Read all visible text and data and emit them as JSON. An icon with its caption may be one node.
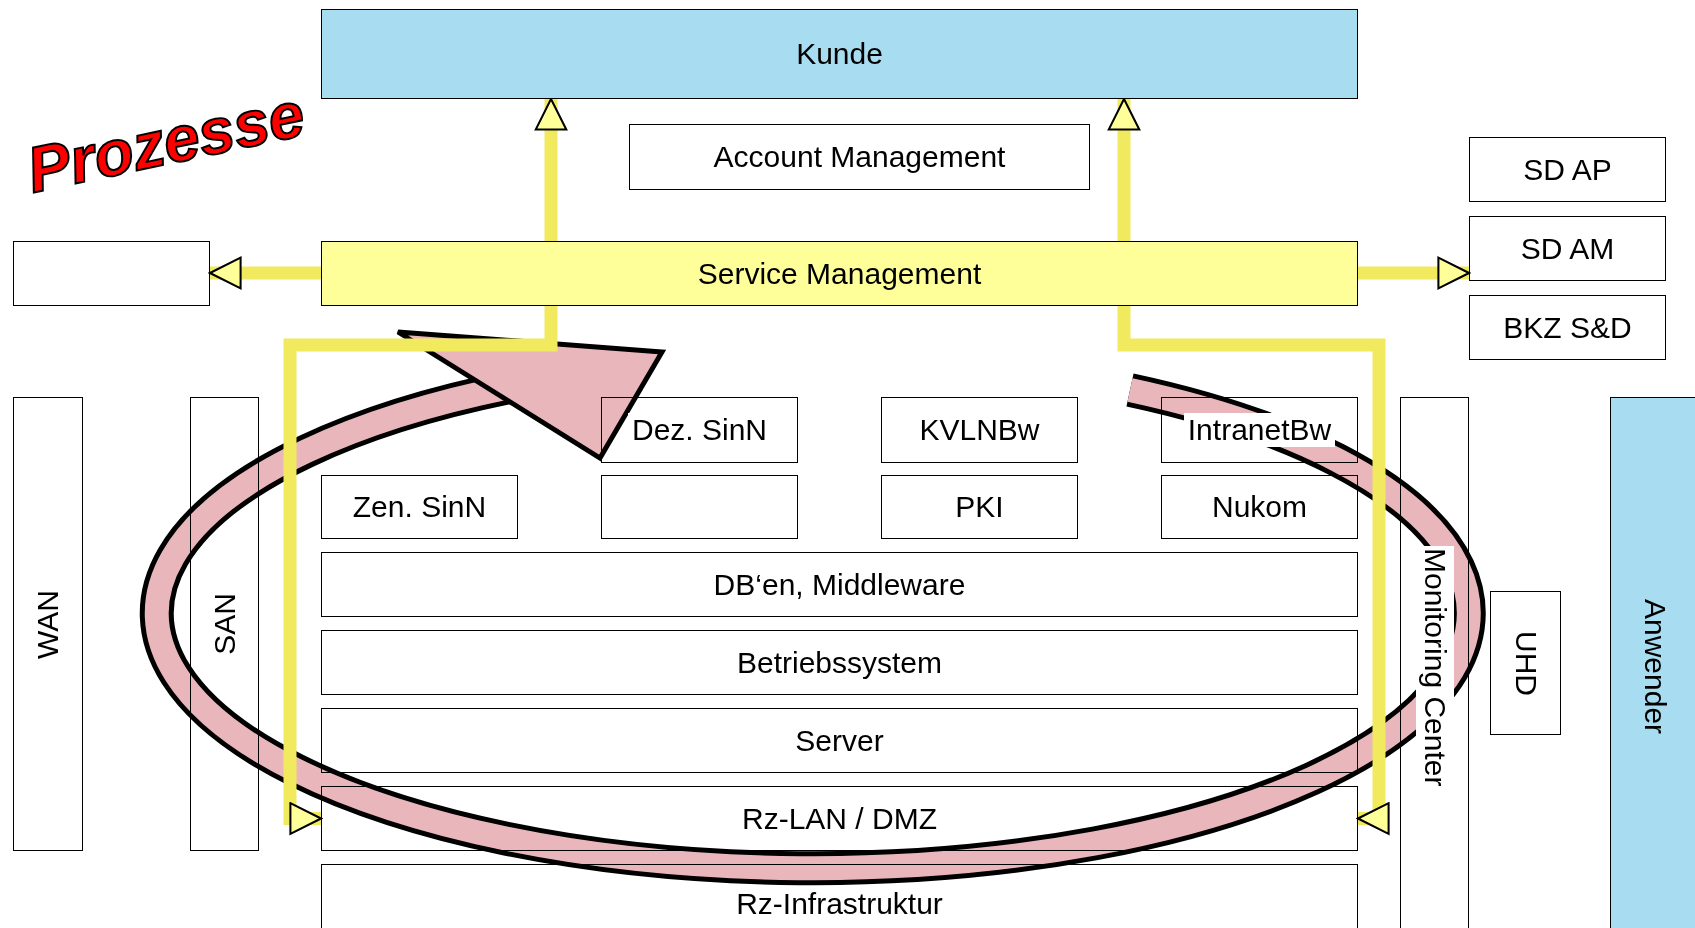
{
  "diagram": {
    "nodes": [
      {
        "text": [
          "Kunde"
        ]
      },
      {
        "text": [
          "Account Management"
        ]
      },
      {
        "text": [
          "SD AP"
        ]
      },
      {
        "text": [],
        "shape": "box"
      },
      {
        "text": [
          "Service Management"
        ]
      },
      {
        "text": [
          "SD AM"
        ]
      },
      {
        "text": [
          "BKZ S&D"
        ]
      },
      {
        "text": [
          "WAN"
        ]
      },
      {
        "text": [
          "SAN"
        ]
      },
      {
        "text": [
          "Dez. SinN"
        ]
      },
      {
        "text": [
          "KVLNBw"
        ]
      },
      {
        "text": [
          "IntranetBw"
        ]
      },
      {
        "text": [
          "Monitoring Center"
        ]
      },
      {
        "text": [
          "Anwender"
        ]
      },
      {
        "text": [
          "Zen. SinN"
        ]
      },
      {
        "text": [],
        "shape": "box"
      },
      {
        "text": [
          "PKI"
        ]
      },
      {
        "text": [
          "Nukom"
        ]
      },
      {
        "text": [
          "DB‘en, Middleware"
        ]
      },
      {
        "text": [
          "UHD"
        ]
      },
      {
        "text": [
          "Betriebssystem"
        ]
      },
      {
        "text": [
          "Server"
        ]
      },
      {
        "text": [
          "Rz-LAN / DMZ"
        ]
      },
      {
        "text": [
          "Rz-Infrastruktur"
        ]
      }
    ],
    "edges": [
      {
        "from": 4,
        "to": 3,
        "arrow": "to"
      },
      {
        "from": 4,
        "to": 5,
        "arrow": "to"
      },
      {
        "from": 4,
        "to": 0,
        "arrow": "to"
      },
      {
        "from": 4,
        "to": 0,
        "arrow": "to"
      },
      {
        "from": 4,
        "to": 22,
        "arrow": "to"
      },
      {
        "from": 4,
        "to": 22,
        "arrow": "to"
      }
    ],
    "labels": [
      "Prozesse"
    ]
  }
}
